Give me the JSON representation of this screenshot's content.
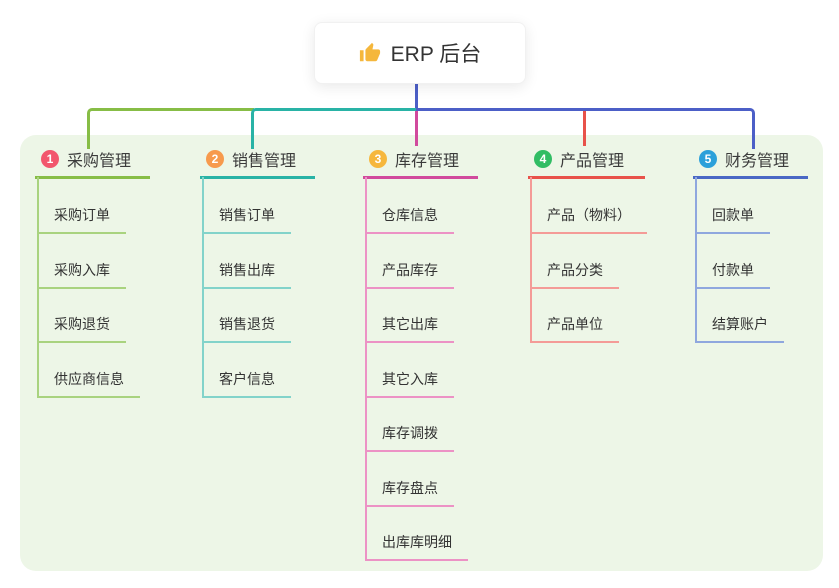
{
  "root": {
    "label": "ERP 后台",
    "icon": "thumbs-up-icon"
  },
  "branches": [
    {
      "num": "1",
      "label": "采购管理",
      "color": "#87bd46",
      "light": "#a9d37f",
      "badge": "#f2566d",
      "children": [
        "采购订单",
        "采购入库",
        "采购退货",
        "供应商信息"
      ]
    },
    {
      "num": "2",
      "label": "销售管理",
      "color": "#29b3a6",
      "light": "#82d3ca",
      "badge": "#f79a4d",
      "children": [
        "销售订单",
        "销售出库",
        "销售退货",
        "客户信息"
      ]
    },
    {
      "num": "3",
      "label": "库存管理",
      "color": "#d14a9d",
      "light": "#ec92c5",
      "badge": "#f6b73c",
      "children": [
        "仓库信息",
        "产品库存",
        "其它出库",
        "其它入库",
        "库存调拨",
        "库存盘点",
        "出库库明细"
      ]
    },
    {
      "num": "4",
      "label": "产品管理",
      "color": "#e8524a",
      "light": "#f49b97",
      "badge": "#31bd64",
      "children": [
        "产品（物料）",
        "产品分类",
        "产品单位"
      ]
    },
    {
      "num": "5",
      "label": "财务管理",
      "color": "#4a68c5",
      "light": "#8fa7de",
      "badge": "#2ba0da",
      "children": [
        "回款单",
        "付款单",
        "结算账户"
      ]
    }
  ],
  "colors": {
    "panel": "#edf6e7",
    "trunk": "#4c5fc7",
    "thumb": "#f5b73c"
  }
}
